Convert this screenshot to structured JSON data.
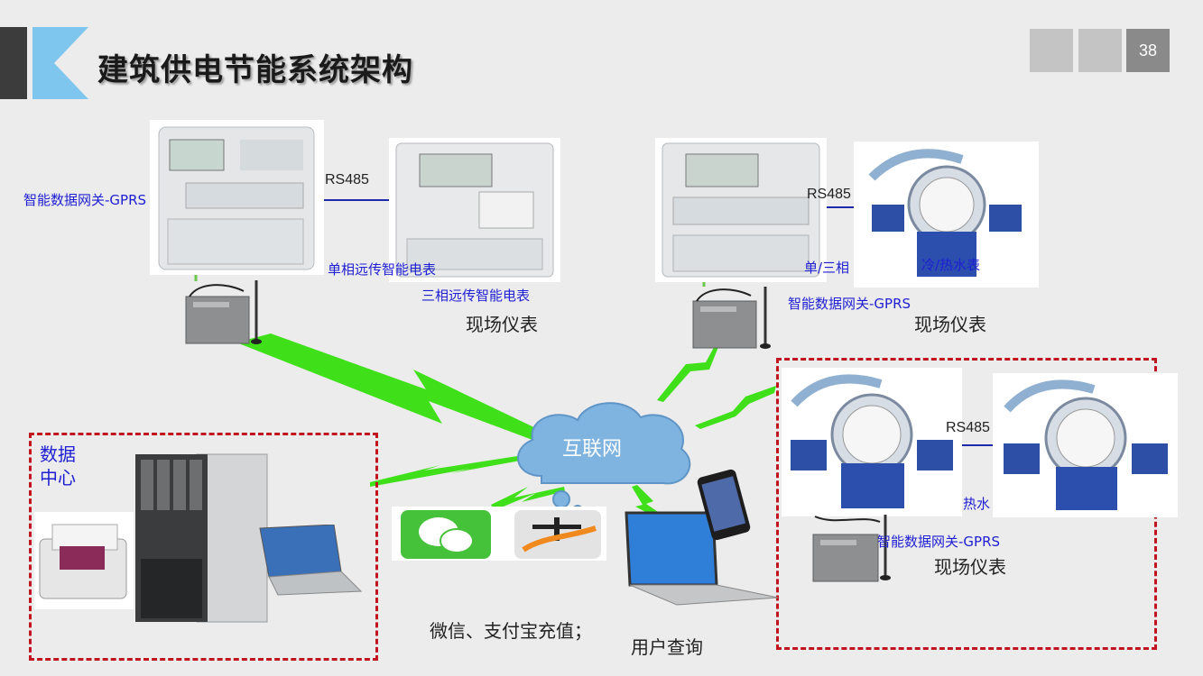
{
  "page": {
    "title": "建筑供电节能系统架构",
    "page_number": "38"
  },
  "colors": {
    "accent_blue": "#7fc6ee",
    "dark_bar": "#3c3c3c",
    "dashed_red": "#c0141e",
    "label_blue": "#1e1ed2",
    "lightning_green": "#3fe01a",
    "cloud_blue": "#7fb4e0"
  },
  "site_left": {
    "gateway_label": "智能数据网关-GPRS",
    "rs485": "RS485",
    "single_phase_label": "单相远传智能电表",
    "three_phase_label": "三相远传智能电表",
    "field_label": "现场仪表"
  },
  "site_right": {
    "rs485": "RS485",
    "single_three_label": "单/三相",
    "water_label": "冷/热水表",
    "gateway_label": "智能数据网关-GPRS",
    "field_label": "现场仪表"
  },
  "site_water": {
    "rs485": "RS485",
    "hot_water_label": "热水",
    "gateway_label": "智能数据网关-GPRS",
    "field_label": "现场仪表"
  },
  "data_center": {
    "line1": "数据",
    "line2": "中心"
  },
  "cloud": {
    "label": "互联网"
  },
  "payment": {
    "label": "微信、支付宝充值；"
  },
  "user": {
    "label": "用户查询"
  }
}
